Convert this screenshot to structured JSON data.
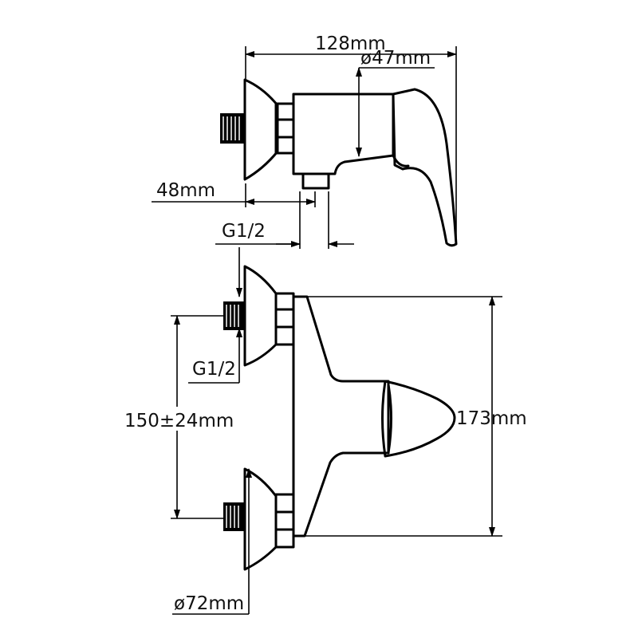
{
  "side_view": {
    "width_label": "128mm",
    "body_diameter_label": "ø47mm",
    "offset_label": "48mm",
    "outlet_thread_label": "G1/2"
  },
  "front_view": {
    "inlet_thread_label": "G1/2",
    "height_label": "173mm",
    "center_distance_label": "150±24mm",
    "flange_diameter_label": "ø72mm"
  }
}
